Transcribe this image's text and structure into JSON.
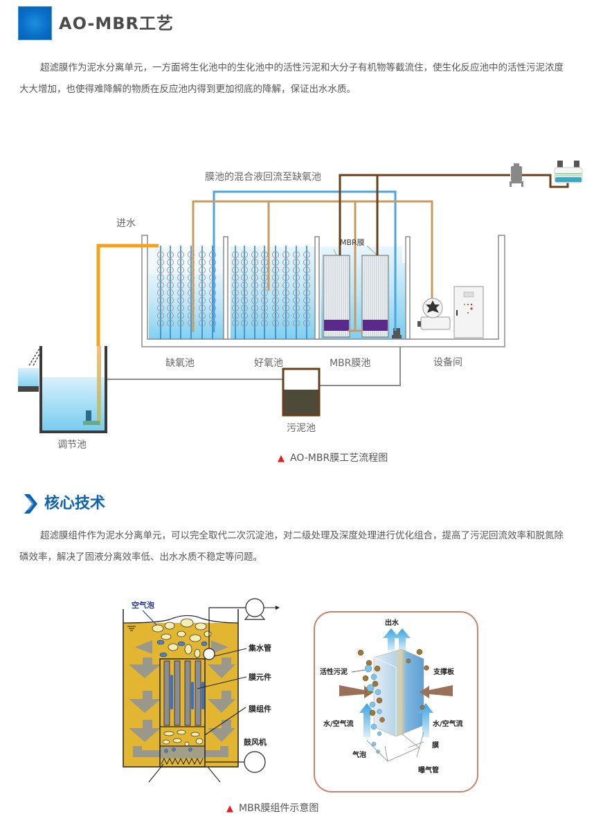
{
  "section1": {
    "title": "AO-MBR工艺",
    "paragraph_line1": "超滤膜作为泥水分离单元，一方面将生化池中的生化池中的活性污泥和大分子有机物等截流住，使生化反应池中的活性污泥浓度",
    "paragraph_line2": "大大增加，也使得难降解的物质在反应池内得到更加彻底的降解，保证出水水质。"
  },
  "diagram1": {
    "label_return": "膜池的混合液回流至缺氧池",
    "label_inlet": "进水",
    "label_mbr_membrane": "MBR膜",
    "label_anoxic": "缺氧池",
    "label_aerobic": "好氧池",
    "label_mbr_tank": "MBR膜池",
    "label_equipment": "设备间",
    "label_sludge": "污泥池",
    "label_regulating": "调节池",
    "caption": "AO-MBR膜工艺流程图",
    "caption_marker": "▲",
    "colors": {
      "inlet_pipe": "#f5a21a",
      "return_pipe": "#4da3e0",
      "air_pipe": "#c99a5e",
      "effluent_pipe": "#6b3f16",
      "water": "#8fd3f2",
      "membrane_base": "#5a2a8a"
    }
  },
  "section2": {
    "title": "核心技术",
    "paragraph_line1": "超滤膜组件作为泥水分离单元，可以完全取代二次沉淀池，对二级处理及深度处理进行优化组合，提高了污泥回流效率和脱氮除",
    "paragraph_line2": "磷效率，解决了固液分离效率低、出水水质不稳定等问题。"
  },
  "diagram2": {
    "left": {
      "label_air_bubble": "空气泡",
      "label_collector": "集水管",
      "label_element": "膜元件",
      "label_module": "膜组件",
      "label_blower": "鼓风机"
    },
    "right": {
      "label_outlet": "出水",
      "label_sludge": "活性污泥",
      "label_support": "支撑板",
      "label_flow_left": "水/空气流",
      "label_flow_right": "水/空气流",
      "label_bubble": "气泡",
      "label_membrane": "膜",
      "label_aeration": "曝气管"
    },
    "caption": "MBR膜组件示意图",
    "caption_marker": "▲"
  }
}
